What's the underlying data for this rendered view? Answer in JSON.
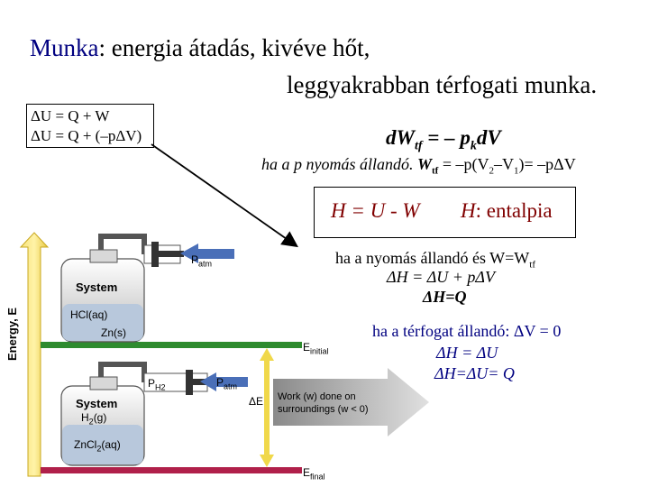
{
  "title": {
    "keyword": "Munka",
    "line1_rest": ": energia átadás, kivéve hőt,",
    "line2": "leggyakrabban térfogati munka."
  },
  "equations_box": {
    "line1": "ΔU = Q + W",
    "line2": "ΔU = Q + (–pΔV)"
  },
  "dw_formula": {
    "lead": "dW",
    "sub1": "tf",
    "mid": " = – p",
    "sub2": "k",
    "tail": "dV"
  },
  "const_pressure": {
    "lead": "ha a p nyomás állandó. ",
    "w": "W",
    "w_sub": "tf",
    "mid": " = –p(V",
    "s2": "2",
    "minus": "–V",
    "s1": "1",
    "tail": ")= –pΔV"
  },
  "enthalpy_box": {
    "equation": "H = U - W",
    "label_var": "H",
    "label_rest": ": entalpia"
  },
  "isobaric": {
    "line1_lead": "ha a nyomás állandó és W=W",
    "line1_sub": "tf",
    "line2": "ΔH = ΔU + pΔV",
    "line3": "ΔH=Q"
  },
  "isochoric": {
    "line1": "ha a térfogat állandó:  ΔV = 0",
    "line2": "ΔH = ΔU",
    "line3": "ΔH=ΔU= Q"
  },
  "diagram": {
    "axis_label": "Energy, E",
    "system_label": "System",
    "hcl": "HCl(aq)",
    "zn": "Zn(s)",
    "h2": "H",
    "h2_sub": "2",
    "h2g": "H",
    "h2g_sub": "2",
    "h2g_rest": "(g)",
    "zncl": "ZnCl",
    "zncl_sub": "2",
    "zncl_rest": "(aq)",
    "patm": "P",
    "patm_sub": "atm",
    "ph2": "P",
    "ph2_sub": "H2",
    "e_initial": "E",
    "e_initial_sub": "initial",
    "e_final": "E",
    "e_final_sub": "final",
    "delta_e": "ΔE",
    "work_line1": "Work (w) done on",
    "work_line2": "surroundings (w < 0)",
    "colors": {
      "initial_line": "#2e8b2e",
      "final_line": "#b0204a",
      "axis_arrow": "#f0d84a",
      "piston_gray": "#c0c0c0",
      "liquid": "#b8c8dc"
    }
  }
}
